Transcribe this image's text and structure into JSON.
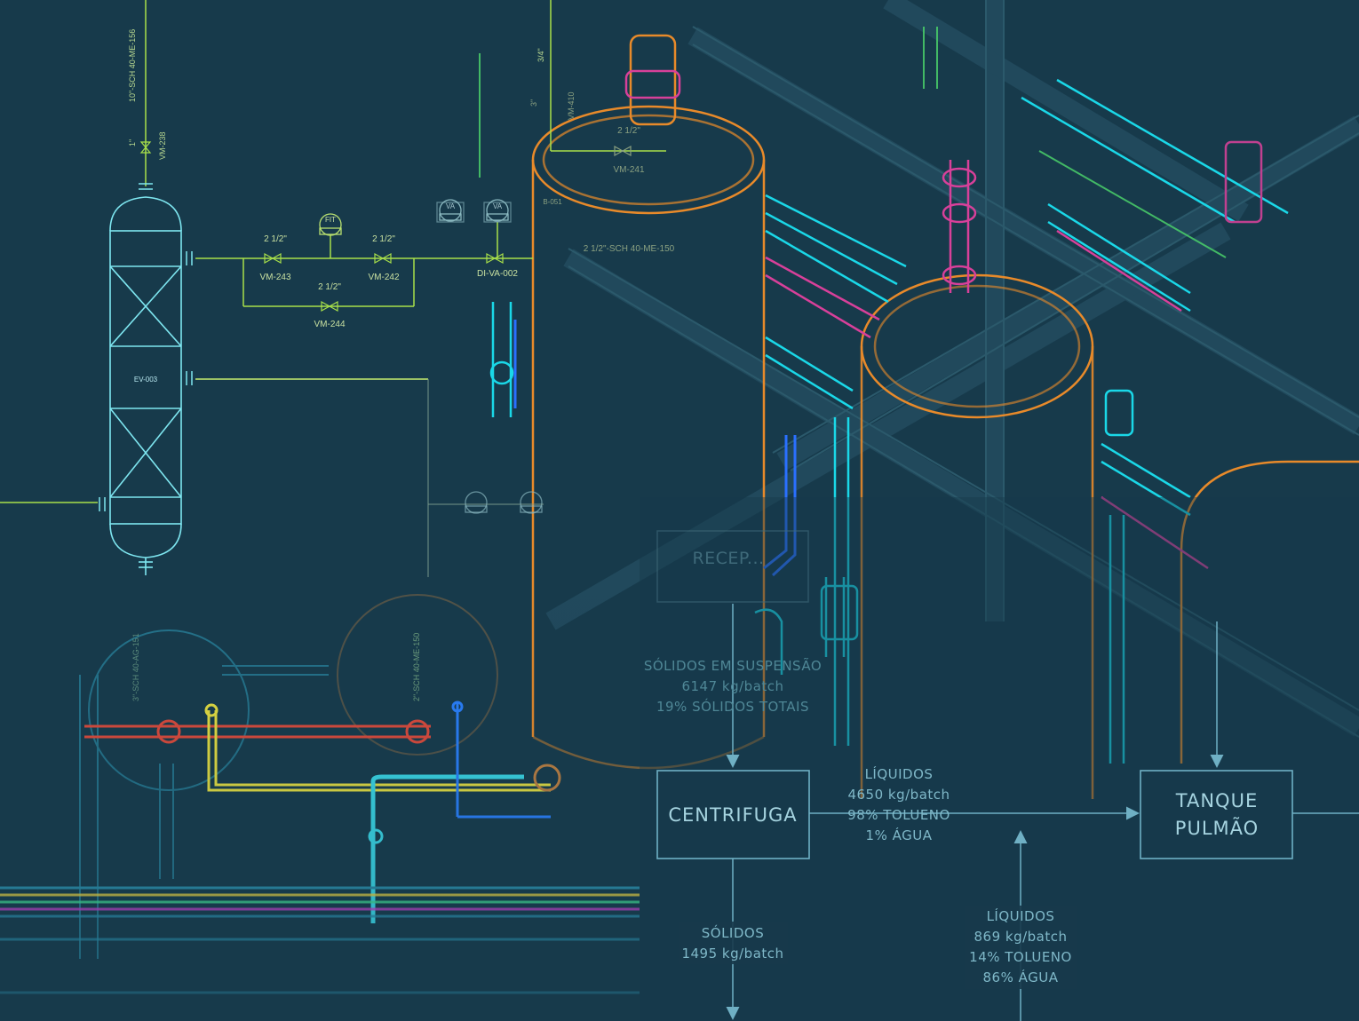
{
  "pid": {
    "column_tag": "EV-003",
    "line_top": "10\"-SCH 40-ME-156",
    "valve_top_size": "1\"",
    "valve_top_tag": "VM-238",
    "valve_243_size": "2 1/2\"",
    "valve_243_tag": "VM-243",
    "valve_242_size": "2 1/2\"",
    "valve_242_tag": "VM-242",
    "valve_244_size": "2 1/2\"",
    "valve_244_tag": "VM-244",
    "instrument_fit": "FIT",
    "instrument_va1": "VA",
    "instrument_va2": "VA",
    "valve_va_tag": "DI-VA-002",
    "line_mid": "2 1/2\"-SCH 40-ME-150",
    "valve_241_size": "2 1/2\"",
    "valve_241_tag": "VM-241",
    "line_v_size": "3/4\"",
    "line_v_tag": "VM-410",
    "line_v_alt": "3\"",
    "label_b051": "B-051",
    "line_bottom_left": "3\"-SCH 40-AG-151",
    "line_bottom_right": "2\"-SCH 40-ME-150"
  },
  "flow": {
    "faded_label": "RECEP...",
    "inlet_line1": "SÓLIDOS EM SUSPENSÃO",
    "inlet_line2": "6147 kg/batch",
    "inlet_line3": "19% SÓLIDOS TOTAIS",
    "centrifuge_label": "CENTRIFUGA",
    "liq1_line1": "LÍQUIDOS",
    "liq1_line2": "4650 kg/batch",
    "liq1_line3": "98% TOLUENO",
    "liq1_line4": "1% ÁGUA",
    "solids_line1": "SÓLIDOS",
    "solids_line2": "1495 kg/batch",
    "liq2_line1": "LÍQUIDOS",
    "liq2_line2": "869 kg/batch",
    "liq2_line3": "14% TOLUENO",
    "liq2_line4": "86% ÁGUA",
    "tank_line1": "TANQUE",
    "tank_line2": "PULMÃO"
  },
  "colors": {
    "background": "#173a4b",
    "pid_green": "#a8e04a",
    "pid_cyan": "#7ee6f0",
    "iso_orange": "#f0902a",
    "iso_cyan": "#1ad8e8",
    "iso_magenta": "#d83a9a",
    "iso_blue": "#2a7cff",
    "bfd_line": "#6fb0c4"
  }
}
